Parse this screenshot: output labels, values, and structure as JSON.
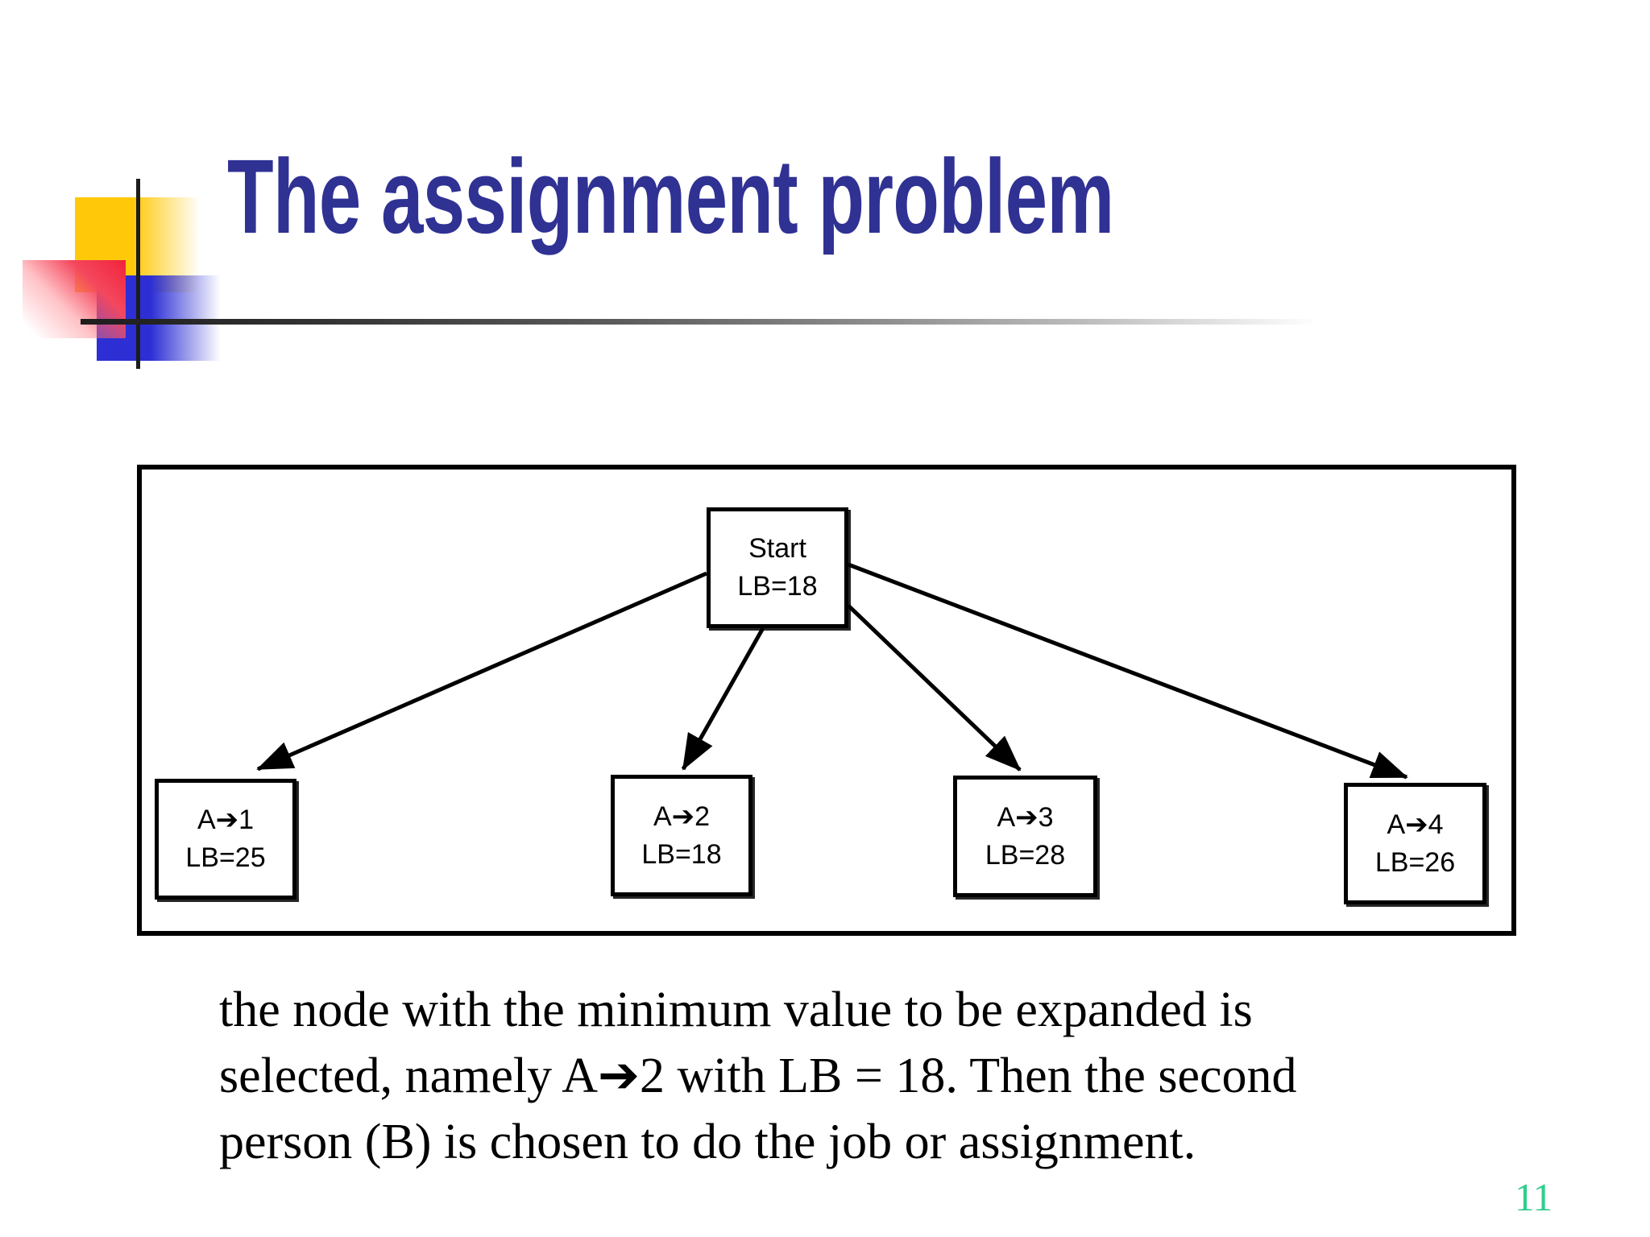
{
  "slide": {
    "title": "The assignment problem",
    "page_number": "11",
    "body_lines": [
      "the node with the minimum value to be expanded is",
      "selected, namely A➔2 with LB = 18. Then the second",
      "person (B) is chosen to do the job or assignment."
    ]
  },
  "diagram": {
    "nodes": [
      {
        "id": "start",
        "line1": "Start",
        "line2": "LB=18"
      },
      {
        "id": "a1",
        "line1": "A➔1",
        "line2": "LB=25"
      },
      {
        "id": "a2",
        "line1": "A➔2",
        "line2": "LB=18"
      },
      {
        "id": "a3",
        "line1": "A➔3",
        "line2": "LB=28"
      },
      {
        "id": "a4",
        "line1": "A➔4",
        "line2": "LB=26"
      }
    ],
    "edges": [
      {
        "from": "start",
        "to": "a1"
      },
      {
        "from": "start",
        "to": "a2"
      },
      {
        "from": "start",
        "to": "a3"
      },
      {
        "from": "start",
        "to": "a4"
      }
    ]
  },
  "colors": {
    "title": "#2f3193",
    "page_number": "#2fce8c",
    "accent_yellow": "#ffc90a",
    "accent_red": "#f0233a",
    "accent_blue": "#2d2fd5",
    "diagram_stroke": "#000000"
  }
}
